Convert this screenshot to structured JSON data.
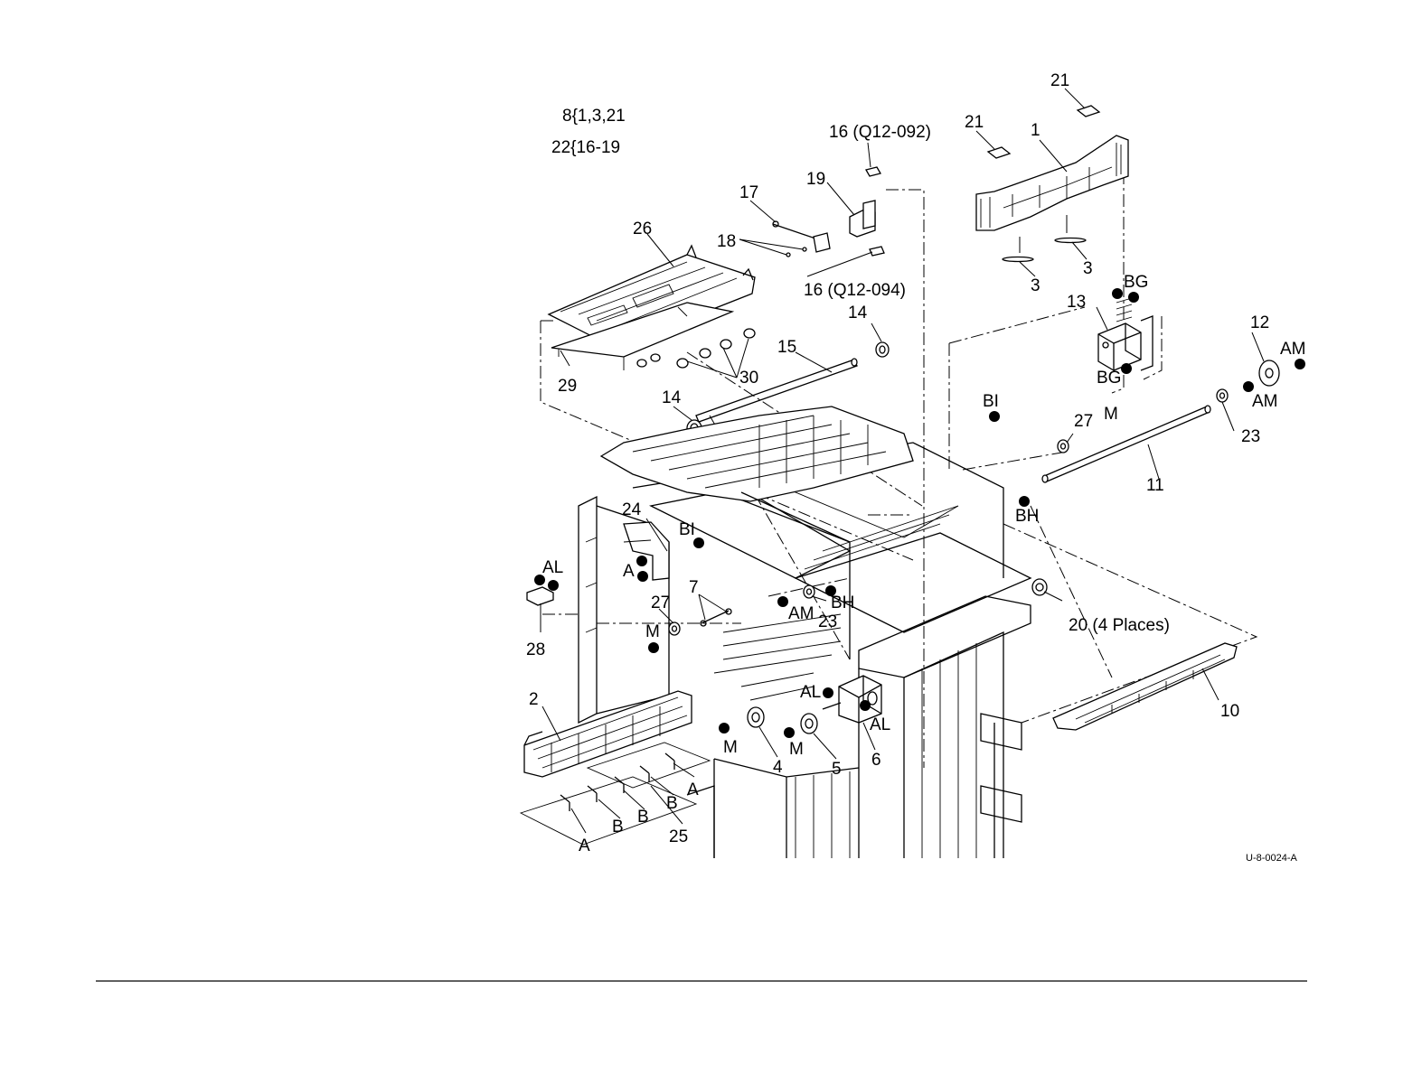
{
  "figure_code": "U-8-0024-A",
  "kit_notes": [
    "8{1,3,21",
    "22{16-19"
  ],
  "callouts": {
    "p1": "1",
    "p2": "2",
    "p3a": "3",
    "p3b": "3",
    "p4": "4",
    "p5": "5",
    "p6": "6",
    "p7": "7",
    "p10": "10",
    "p11": "11",
    "p12": "12",
    "p13": "13",
    "p14a": "14",
    "p14b": "14",
    "p15": "15",
    "p16a": "16 (Q12-092)",
    "p16b": "16 (Q12-094)",
    "p17": "17",
    "p18": "18",
    "p19": "19",
    "p20": "20 (4 Places)",
    "p21a": "21",
    "p21b": "21",
    "p23a": "23",
    "p23b": "23",
    "p24": "24",
    "p25": "25",
    "p26": "26",
    "p27a": "27",
    "p27b": "27",
    "p28": "28",
    "p29": "29",
    "p30": "30"
  },
  "fastener_codes": {
    "bg1": "BG",
    "bg2": "BG",
    "am1": "AM",
    "am2": "AM",
    "am3": "AM",
    "bi1": "BI",
    "bi2": "BI",
    "m1": "M",
    "m2": "M",
    "m3": "M",
    "m4": "M",
    "bh1": "BH",
    "bh2": "BH",
    "al1": "AL",
    "al2": "AL",
    "al3": "AL",
    "a1": "A",
    "a2": "A",
    "a3": "A",
    "b1": "B",
    "b2": "B",
    "b3": "B"
  }
}
